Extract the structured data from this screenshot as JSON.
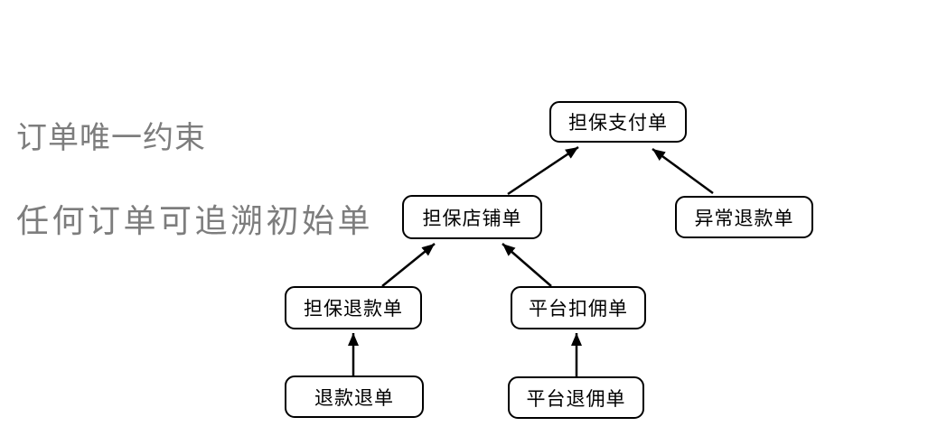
{
  "annotations": {
    "line1": "订单唯一约束",
    "line2": "任何订单可追溯初始单"
  },
  "nodes": [
    {
      "id": "guarantee-payment",
      "label": "担保支付单"
    },
    {
      "id": "guarantee-shop",
      "label": "担保店铺单"
    },
    {
      "id": "abnormal-refund",
      "label": "异常退款单"
    },
    {
      "id": "guarantee-refund",
      "label": "担保退款单"
    },
    {
      "id": "platform-commission",
      "label": "平台扣佣单"
    },
    {
      "id": "refund-chargeback",
      "label": "退款退单"
    },
    {
      "id": "platform-commission-refund",
      "label": "平台退佣单"
    }
  ],
  "edges": [
    {
      "from": "guarantee-shop",
      "to": "guarantee-payment"
    },
    {
      "from": "abnormal-refund",
      "to": "guarantee-payment"
    },
    {
      "from": "guarantee-refund",
      "to": "guarantee-shop"
    },
    {
      "from": "platform-commission",
      "to": "guarantee-shop"
    },
    {
      "from": "refund-chargeback",
      "to": "guarantee-refund"
    },
    {
      "from": "platform-commission-refund",
      "to": "platform-commission"
    }
  ],
  "colors": {
    "background": "#ffffff",
    "annotation_text": "#7d7d7d",
    "node_border": "#000000",
    "node_text": "#000000",
    "arrow": "#000000"
  }
}
